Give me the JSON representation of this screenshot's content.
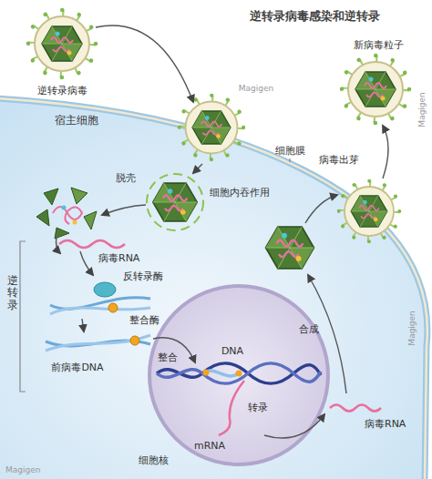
{
  "diagram": {
    "title": "逆转录病毒感染和逆转录",
    "nodes": [
      {
        "text": [
          "宿主细胞"
        ]
      },
      {
        "text": [
          "细胞核"
        ],
        "in": 0
      }
    ],
    "labels": [
      "逆转录病毒",
      "新病毒粒子",
      "细胞膜",
      "病毒出芽",
      "细胞内吞作用",
      "脱壳",
      "病毒RNA",
      "反转录酶",
      "整合酶",
      "前病毒DNA",
      "整合",
      "逆转录",
      "DNA",
      "转录",
      "mRNA",
      "合成",
      "病毒RNA",
      "Magigen",
      "Magigen",
      "Magigen",
      "Magigen"
    ]
  }
}
